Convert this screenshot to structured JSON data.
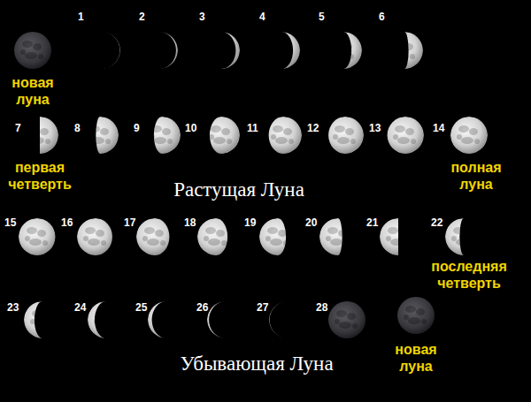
{
  "diagram": {
    "labels": [
      "новая луна",
      "1",
      "2",
      "3",
      "4",
      "5",
      "6",
      "7",
      "первая четверть",
      "8",
      "9",
      "10",
      "11",
      "12",
      "13",
      "14",
      "полная луна",
      "Растущая Луна",
      "15",
      "16",
      "17",
      "18",
      "19",
      "20",
      "21",
      "22",
      "последняя четверть",
      "23",
      "24",
      "25",
      "26",
      "27",
      "28",
      "новая луна",
      "Убывающая Луна"
    ]
  }
}
